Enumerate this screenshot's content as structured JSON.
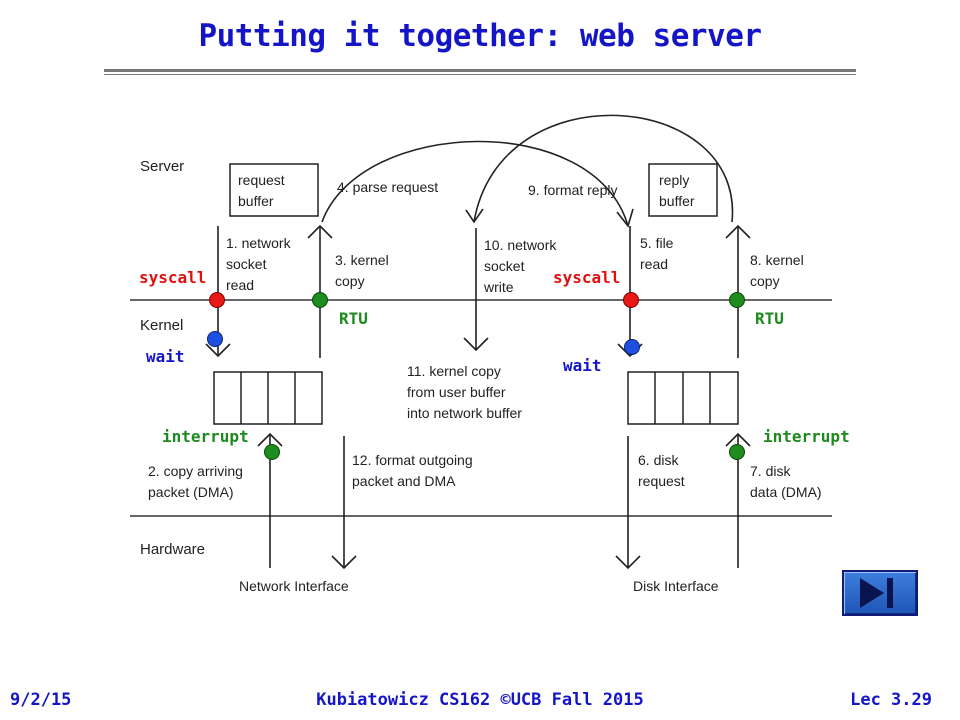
{
  "slide": {
    "title": "Putting it together: web server",
    "footer_left": "9/2/15",
    "footer_center": "Kubiatowicz CS162 ©UCB Fall 2015",
    "footer_right": "Lec 3.29"
  },
  "layers": {
    "server": "Server",
    "kernel": "Kernel",
    "hardware": "Hardware"
  },
  "buffers": {
    "request": [
      "request",
      "buffer"
    ],
    "reply": [
      "reply",
      "buffer"
    ]
  },
  "steps": {
    "s1": [
      "1. network",
      "socket",
      "read"
    ],
    "s2": [
      "2. copy arriving",
      "packet (DMA)"
    ],
    "s3": [
      "3. kernel",
      "copy"
    ],
    "s4": [
      "4. parse request"
    ],
    "s5": [
      "5. file",
      "read"
    ],
    "s6": [
      "6. disk",
      "request"
    ],
    "s7": [
      "7. disk",
      "data (DMA)"
    ],
    "s8": [
      "8. kernel",
      "copy"
    ],
    "s9": [
      "9. format reply"
    ],
    "s10": [
      "10. network",
      "socket",
      "write"
    ],
    "s11": [
      "11. kernel copy",
      "from user buffer",
      "into network buffer"
    ],
    "s12": [
      "12. format outgoing",
      "packet and DMA"
    ]
  },
  "interfaces": {
    "network": "Network Interface",
    "disk": "Disk Interface"
  },
  "annotations": {
    "syscall": "syscall",
    "rtu": "RTU",
    "wait": "wait",
    "interrupt": "interrupt"
  },
  "colors": {
    "title": "#1515c8",
    "annotation": "#e01010",
    "green_label": "#1c8a1c",
    "blue_label": "#1515c8",
    "syscall_dot": "#e81818",
    "rtu_dot": "#1e8c1e",
    "wait_dot": "#1f4fe0",
    "interrupt_dot": "#1e8c1e"
  },
  "nav": {
    "icon": "skip-to-end-icon"
  }
}
